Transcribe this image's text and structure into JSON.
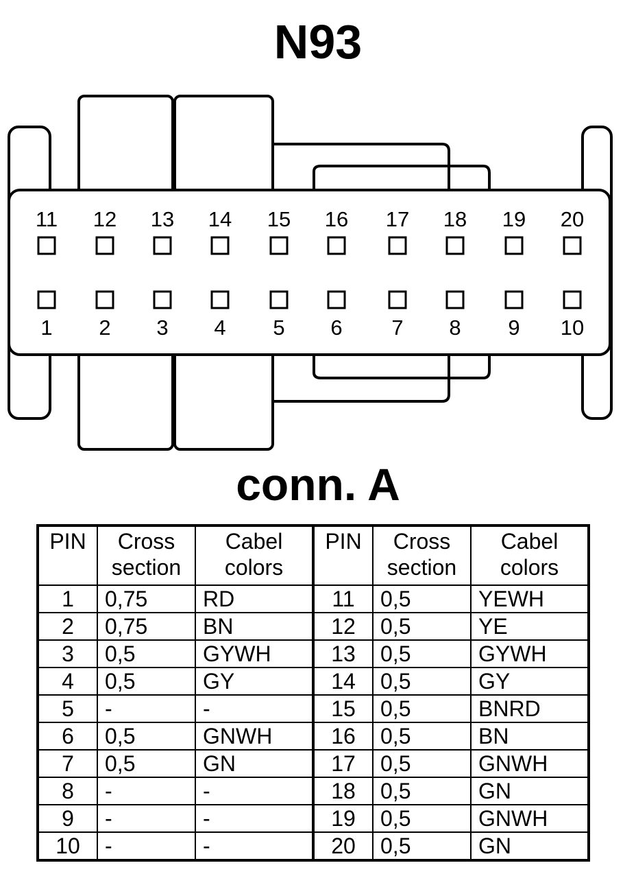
{
  "title": "N93",
  "connector_label": "conn. A",
  "pins_top": [
    "11",
    "12",
    "13",
    "14",
    "15",
    "16",
    "17",
    "18",
    "19",
    "20"
  ],
  "pins_bottom": [
    "1",
    "2",
    "3",
    "4",
    "5",
    "6",
    "7",
    "8",
    "9",
    "10"
  ],
  "table": {
    "headers": {
      "pin": "PIN",
      "cross_line1": "Cross",
      "cross_line2": "section",
      "color_line1": "Cabel",
      "color_line2": "colors"
    },
    "rows": [
      {
        "pin_a": "1",
        "cross_a": "0,75",
        "color_a": "RD",
        "pin_b": "11",
        "cross_b": "0,5",
        "color_b": "YEWH"
      },
      {
        "pin_a": "2",
        "cross_a": "0,75",
        "color_a": "BN",
        "pin_b": "12",
        "cross_b": "0,5",
        "color_b": "YE"
      },
      {
        "pin_a": "3",
        "cross_a": "0,5",
        "color_a": "GYWH",
        "pin_b": "13",
        "cross_b": "0,5",
        "color_b": "GYWH"
      },
      {
        "pin_a": "4",
        "cross_a": "0,5",
        "color_a": "GY",
        "pin_b": "14",
        "cross_b": "0,5",
        "color_b": "GY"
      },
      {
        "pin_a": "5",
        "cross_a": "-",
        "color_a": "-",
        "pin_b": "15",
        "cross_b": "0,5",
        "color_b": "BNRD"
      },
      {
        "pin_a": "6",
        "cross_a": "0,5",
        "color_a": "GNWH",
        "pin_b": "16",
        "cross_b": "0,5",
        "color_b": "BN"
      },
      {
        "pin_a": "7",
        "cross_a": "0,5",
        "color_a": "GN",
        "pin_b": "17",
        "cross_b": "0,5",
        "color_b": "GNWH"
      },
      {
        "pin_a": "8",
        "cross_a": "-",
        "color_a": "-",
        "pin_b": "18",
        "cross_b": "0,5",
        "color_b": "GN"
      },
      {
        "pin_a": "9",
        "cross_a": "-",
        "color_a": "-",
        "pin_b": "19",
        "cross_b": "0,5",
        "color_b": "GNWH"
      },
      {
        "pin_a": "10",
        "cross_a": "-",
        "color_a": "-",
        "pin_b": "20",
        "cross_b": "0,5",
        "color_b": "GN"
      }
    ]
  }
}
